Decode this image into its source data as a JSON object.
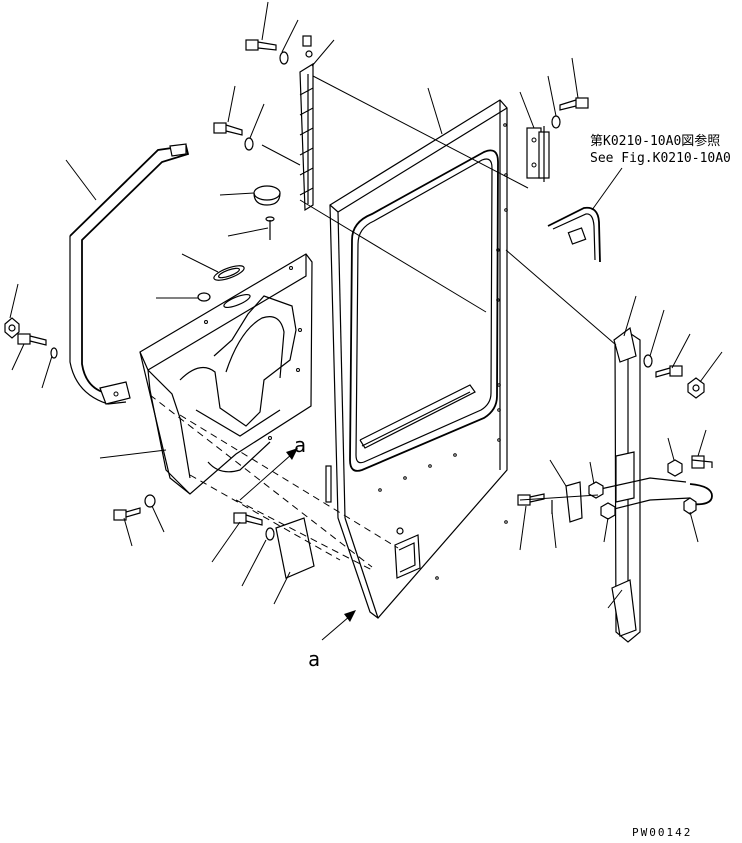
{
  "reference": {
    "line1": "第K0210-10A0図参照",
    "line2": "See Fig.K0210-10A0"
  },
  "view_markers": {
    "marker1": "a",
    "marker2": "a"
  },
  "drawing_code": "PW00142"
}
